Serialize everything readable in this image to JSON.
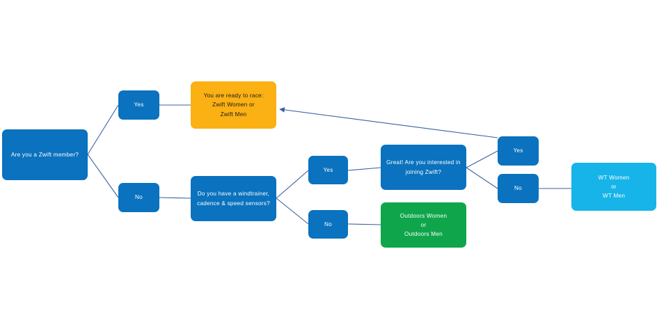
{
  "diagram": {
    "title": "Zwift membership decision flowchart",
    "colors": {
      "node_blue": "#0A72BE",
      "node_amber": "#FBB014",
      "node_green": "#0FA64B",
      "node_cyan": "#16B4E9",
      "edge": "#3A5FA0",
      "background": "#FFFFFF"
    },
    "nodes": {
      "member_question": {
        "text": "Are you a Zwift member?"
      },
      "yes_member": {
        "text": "Yes"
      },
      "no_member": {
        "text": "No"
      },
      "ready_to_race": {
        "lines": [
          "You are ready to race:",
          "Zwift Women or",
          "Zwift Men"
        ]
      },
      "windtrainer_question": {
        "lines": [
          "Do you have a windtrainer,",
          "cadence & speed sensors?"
        ]
      },
      "yes_gear": {
        "text": "Yes"
      },
      "no_gear": {
        "text": "No"
      },
      "join_zwift_question": {
        "lines": [
          "Great! Are you interested in",
          "joining Zwift?"
        ]
      },
      "outdoors_result": {
        "lines": [
          "Outdoors Women",
          "or",
          "Outdoors Men"
        ]
      },
      "yes_join": {
        "text": "Yes"
      },
      "no_join": {
        "text": "No"
      },
      "wt_result": {
        "lines": [
          "WT Women",
          "or",
          "WT Men"
        ]
      }
    }
  }
}
